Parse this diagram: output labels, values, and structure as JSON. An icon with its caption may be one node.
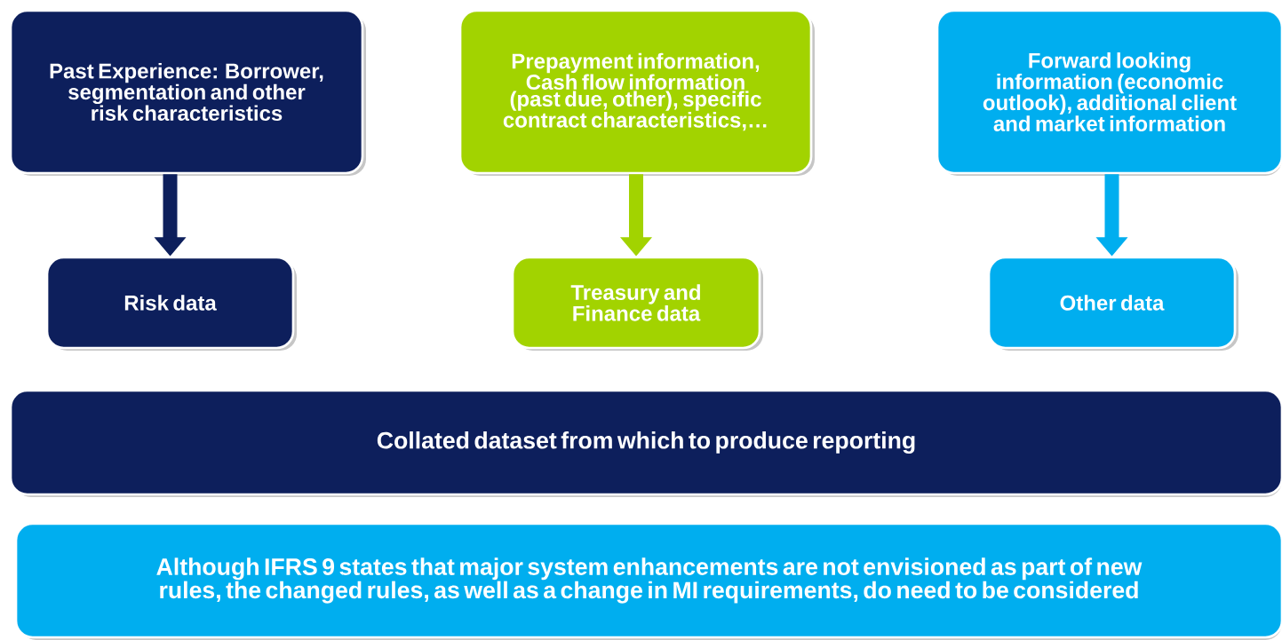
{
  "diagram": {
    "nodes": [
      {
        "text": [
          "Past Experience: Borrower, segmentation and other risk characteristics"
        ]
      },
      {
        "text": [
          "Prepayment information, Cash flow information (past due, other), specific contract characteristics,…"
        ]
      },
      {
        "text": [
          "Forward looking information (economic outlook), additional client and market information"
        ]
      },
      {
        "text": [
          "Risk data"
        ]
      },
      {
        "text": [
          "Treasury and Finance data"
        ]
      },
      {
        "text": [
          "Other data"
        ]
      },
      {
        "text": [
          "Collated dataset from which to produce reporting"
        ]
      },
      {
        "text": [
          "Although IFRS 9 states that major system enhancements are not envisioned as part of new rules, the changed rules, as well as a change in MI requirements, do need to be considered"
        ]
      }
    ],
    "edges": [
      {
        "from": 0,
        "to": 3,
        "arrow": "to",
        "color": "#0d1f5c"
      },
      {
        "from": 1,
        "to": 4,
        "arrow": "to",
        "color": "#a2d300"
      },
      {
        "from": 2,
        "to": 5,
        "arrow": "to",
        "color": "#00aeef"
      }
    ]
  }
}
